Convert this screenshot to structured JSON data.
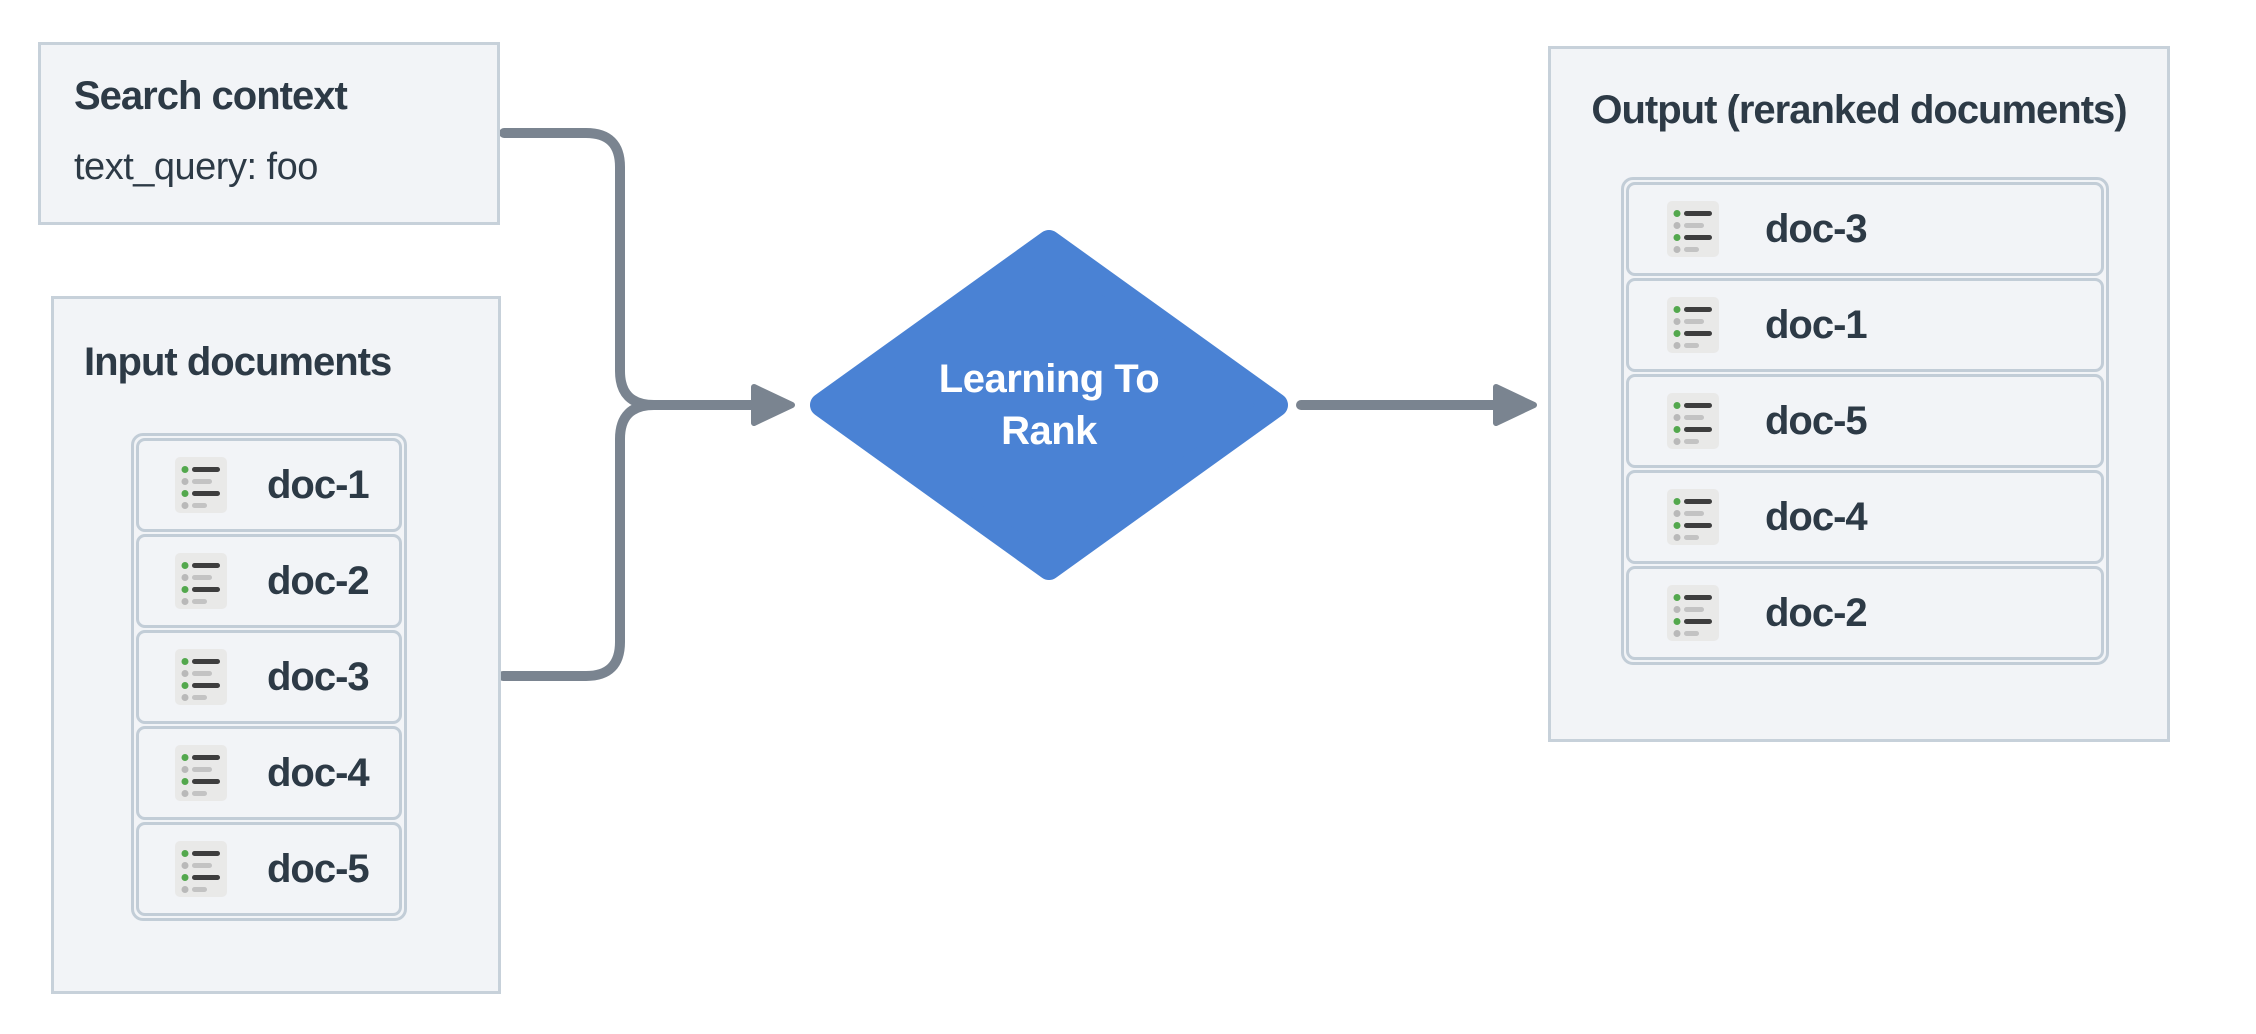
{
  "diagram": {
    "search_context": {
      "title": "Search context",
      "query": "text_query: foo"
    },
    "input_documents": {
      "title": "Input documents",
      "items": [
        "doc-1",
        "doc-2",
        "doc-3",
        "doc-4",
        "doc-5"
      ]
    },
    "ranker": {
      "label": "Learning To\nRank"
    },
    "output_documents": {
      "title": "Output (reranked documents)",
      "items": [
        "doc-3",
        "doc-1",
        "doc-5",
        "doc-4",
        "doc-2"
      ]
    }
  },
  "icons": {
    "document_card": "list-icon"
  },
  "colors": {
    "ranker_fill": "#4a82d4",
    "connector": "#7a8490",
    "panel_fill": "#f2f4f7",
    "panel_border": "#c7d1da",
    "list_border": "#c2cdd7",
    "text_dark": "#2d3a46",
    "ranker_text": "#ffffff",
    "icon_bg": "#e9e9e8",
    "icon_bullet_green": "#53a84d",
    "icon_line_dark": "#3e3e3e",
    "icon_bullet_gray": "#b9b9b9",
    "icon_line_gray": "#c3c3c3"
  }
}
